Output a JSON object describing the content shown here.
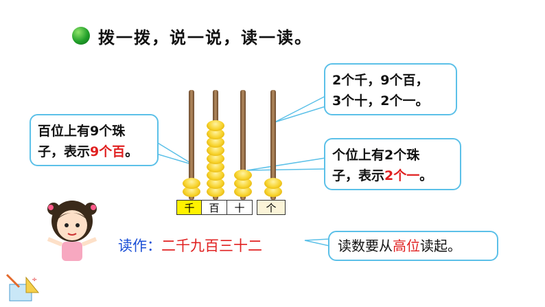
{
  "title": "拨一拨，说一说，读一读。",
  "callout_left": {
    "line1_a": "百位上有",
    "line1_num": "9",
    "line1_b": "个珠",
    "line2_a": "子，表示",
    "line2_red": "9个百",
    "line2_b": "。"
  },
  "callout_top_right": {
    "line1": "2个千，9个百，",
    "line2": "3个十，2个一。"
  },
  "callout_right": {
    "line1_a": "个位上有",
    "line1_num": "2",
    "line1_b": "个珠",
    "line2_a": "子，表示",
    "line2_red": "2个一",
    "line2_b": "。"
  },
  "place_labels": [
    "千",
    "百",
    "十",
    "个"
  ],
  "place_colors": [
    "#fff200",
    "#ffffff",
    "#ffffff",
    "#fbf4d8"
  ],
  "bead_counts": [
    2,
    9,
    3,
    2
  ],
  "read_label": "读作：",
  "read_value": "二千九百三十二",
  "tip": {
    "a": "读数要从",
    "b": "高位",
    "c": "读起。"
  }
}
